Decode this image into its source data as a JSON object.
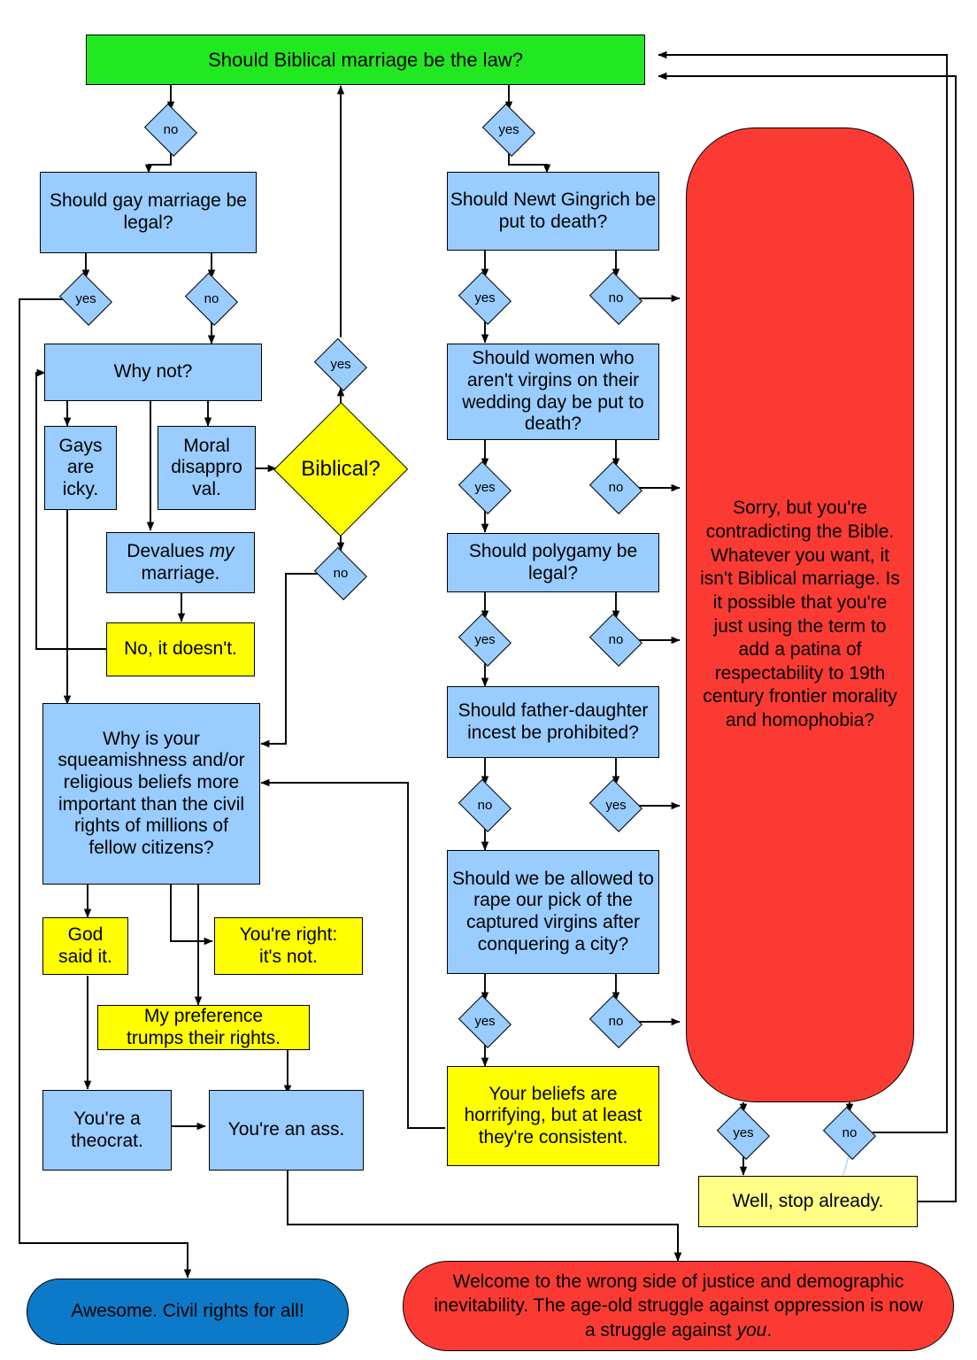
{
  "title": "Biblical marriage flowchart",
  "colors": {
    "process": "#99ccff",
    "note": "#ffff00",
    "note_soft": "#ffff88",
    "start": "#22e822",
    "blocker": "#fb3b33",
    "success": "#0c7ac8",
    "stroke": "#000000"
  },
  "nodes": {
    "start": "Should Biblical marriage be the law?",
    "gay_marriage": "Should gay marriage be legal?",
    "why_not": "Why not?",
    "gays_icky": "Gays\nare\nicky.",
    "moral_disapproval": "Moral\ndisappro\nval.",
    "devalues": "Devalues my\nmarriage.",
    "no_it_doesnt": "No, it doesn't.",
    "squeamishness": "Why is your squeamishness and/or religious beliefs more important than the civil rights of millions of fellow citizens?",
    "god_said_it": "God\nsaid it.",
    "youre_right": "You're right:\nit's not.",
    "my_preference": "My preference\ntrumps their rights.",
    "theocrat": "You're a\ntheocrat.",
    "youre_an_ass": "You're an ass.",
    "biblical": "Biblical?",
    "newt": "Should Newt Gingrich be put to death?",
    "virgins": "Should women who aren't virgins on their wedding day be put to death?",
    "polygamy": "Should polygamy be legal?",
    "incest": "Should father-daughter incest be prohibited?",
    "rape_virgins": "Should we be allowed to rape our pick of the captured virgins after conquering a city?",
    "horrifying": "Your beliefs are horrifying, but at least they're consistent.",
    "blocker": "Sorry, but you're contradicting the Bible.  Whatever you want, it isn't Biblical marriage.  Is it possible that you're just using the term to add a patina of respectability to 19th century frontier morality and homophobia?",
    "stop_already": "Well, stop already.",
    "awesome": "Awesome.  Civil rights for all!",
    "welcome": "Welcome to the wrong side of justice and demographic inevitability.  The age-old struggle against oppression is now a struggle against you."
  },
  "edge_labels": {
    "start_no": "no",
    "start_yes": "yes",
    "gay_yes": "yes",
    "gay_no": "no",
    "biblical_yes": "yes",
    "biblical_no": "no",
    "newt_yes": "yes",
    "newt_no": "no",
    "virgins_yes": "yes",
    "virgins_no": "no",
    "polygamy_yes": "yes",
    "polygamy_no": "no",
    "incest_no": "no",
    "incest_yes": "yes",
    "rape_yes": "yes",
    "rape_no": "no",
    "blocker_yes": "yes",
    "blocker_no": "no"
  }
}
